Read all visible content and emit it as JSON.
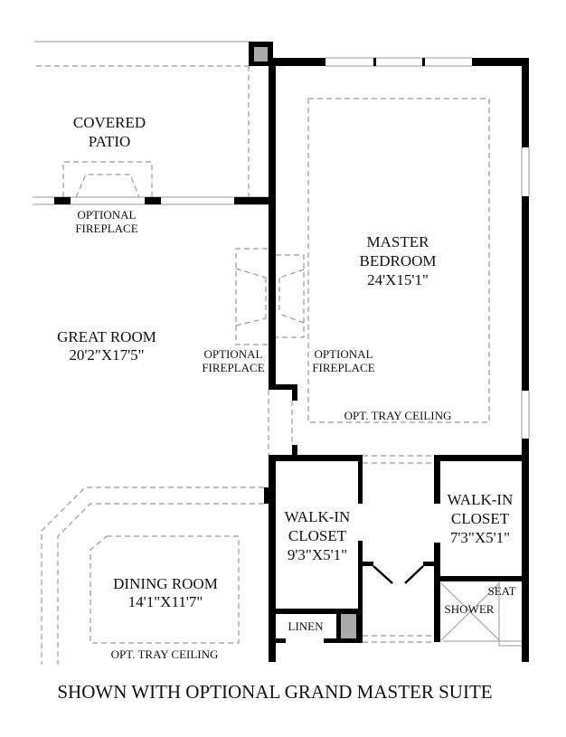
{
  "rooms": {
    "covered_patio": {
      "line1": "COVERED",
      "line2": "PATIO"
    },
    "patio_fireplace": {
      "line1": "OPTIONAL",
      "line2": "FIREPLACE"
    },
    "great_room": {
      "name": "GREAT ROOM",
      "size": "20'2\"X17'5\""
    },
    "great_room_fireplace": {
      "line1": "OPTIONAL",
      "line2": "FIREPLACE"
    },
    "master_fireplace": {
      "line1": "OPTIONAL",
      "line2": "FIREPLACE"
    },
    "master_bedroom": {
      "line1": "MASTER",
      "line2": "BEDROOM",
      "size": "24'X15'1\"",
      "ceiling": "OPT. TRAY CEILING"
    },
    "walk_in_closet_1": {
      "line1": "WALK-IN",
      "line2": "CLOSET",
      "size": "9'3\"X5'1\""
    },
    "walk_in_closet_2": {
      "line1": "WALK-IN",
      "line2": "CLOSET",
      "size": "7'3\"X5'1\""
    },
    "linen": {
      "name": "LINEN"
    },
    "shower": {
      "name": "SHOWER",
      "seat": "SEAT"
    },
    "dining_room": {
      "name": "DINING ROOM",
      "size": "14'1\"X11'7\"",
      "ceiling": "OPT. TRAY CEILING"
    }
  },
  "caption": "SHOWN WITH OPTIONAL GRAND MASTER SUITE"
}
